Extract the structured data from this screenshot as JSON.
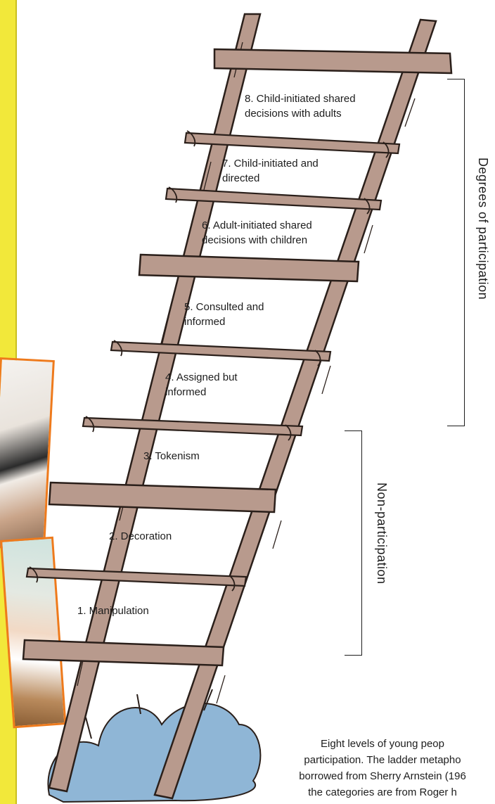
{
  "rungs": [
    {
      "level": 8,
      "label": "8. Child-initiated shared\ndecisions with adults"
    },
    {
      "level": 7,
      "label": "7. Child-initiated and\ndirected"
    },
    {
      "level": 6,
      "label": "6. Adult-initiated shared\ndecisions with children"
    },
    {
      "level": 5,
      "label": "5. Consulted and\ninformed"
    },
    {
      "level": 4,
      "label": "4. Assigned but\ninformed"
    },
    {
      "level": 3,
      "label": "3. Tokenism"
    },
    {
      "level": 2,
      "label": "2. Decoration"
    },
    {
      "level": 1,
      "label": "1. Manipulation"
    }
  ],
  "groups": {
    "participation": "Degrees of participation",
    "non_participation": "Non-participation"
  },
  "caption": "Eight levels of young peop\nparticipation. The ladder metapho\nborrowed from Sherry Arnstein (196\nthe categories are from Roger h",
  "colors": {
    "wood": "#b89a8d",
    "outline": "#2a1f1a",
    "bush": "#8fb6d6",
    "sidebar": "#f2e83a",
    "photo_border": "#ee7a1c"
  }
}
